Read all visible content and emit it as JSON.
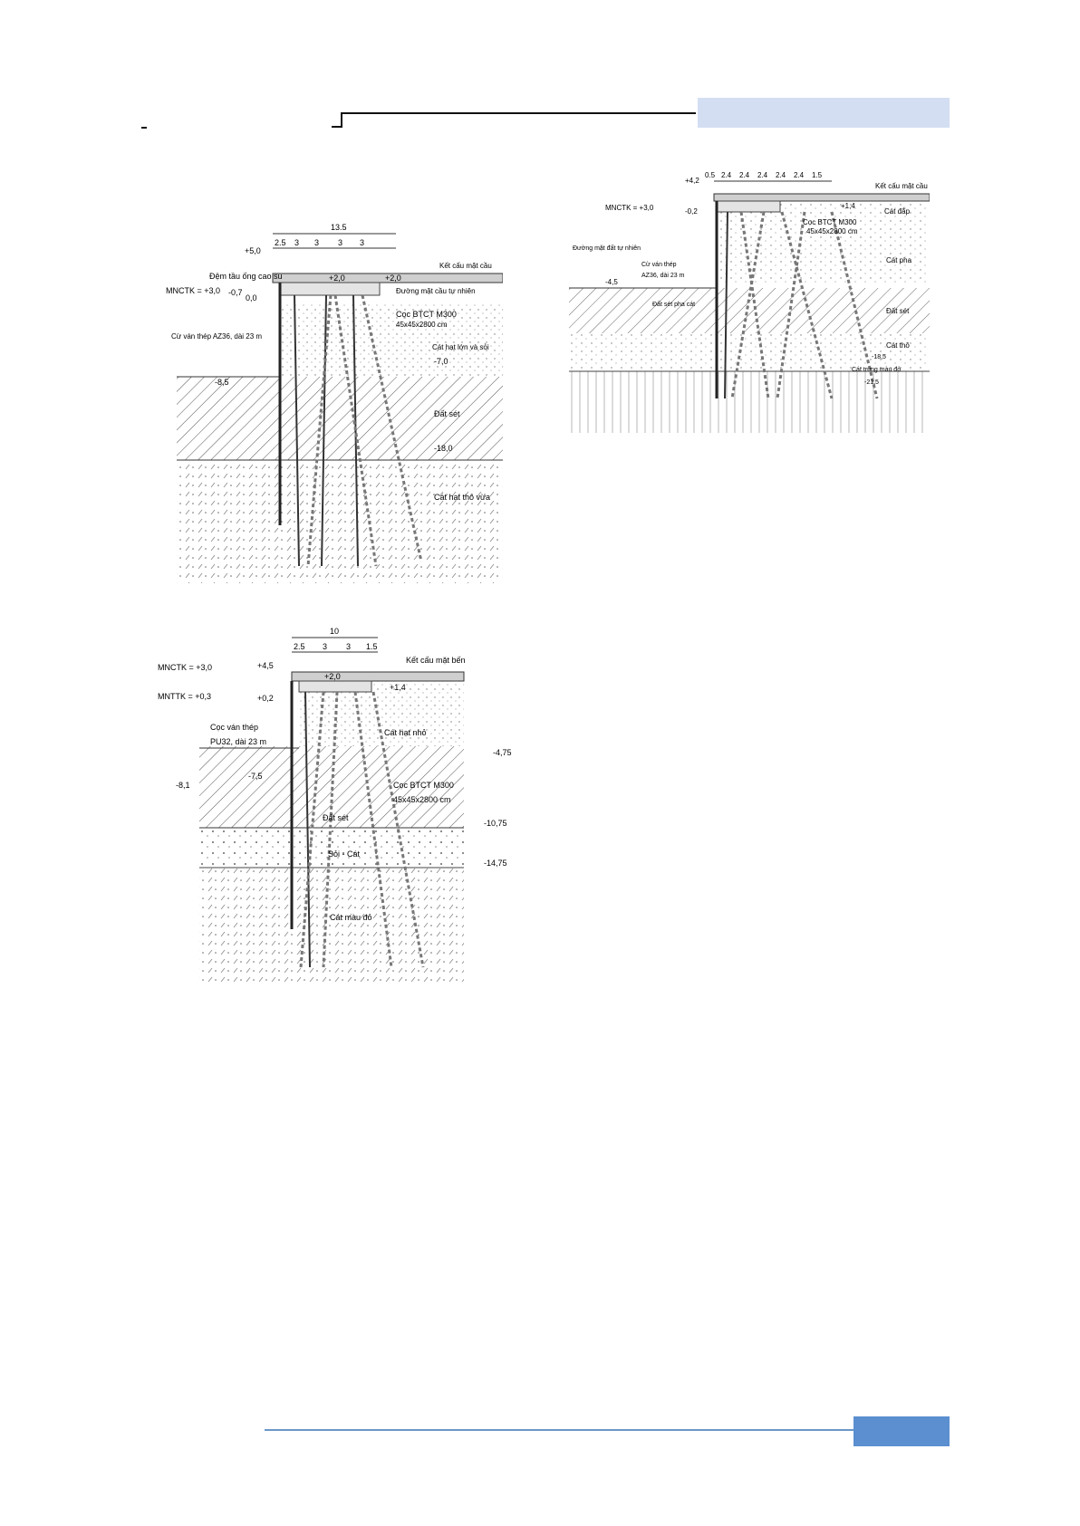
{
  "diagram_a": {
    "overall_width": "13.5",
    "spacings": [
      "2.5",
      "3",
      "3",
      "3",
      "3"
    ],
    "elev_top": "+5,0",
    "label_fender": "Đệm tầu ống cao su",
    "label_mnctk": "MNCTK = +3,0",
    "elev_m07": "-0,7",
    "elev_00": "0,0",
    "elev_p20a": "+2,0",
    "elev_p20b": "+2,0",
    "label_kcbt": "Kết cấu mặt cầu",
    "label_rail": "Đường mặt cầu tự nhiên",
    "label_pile": "Cọc BTCT M300",
    "label_pile_size": "45x45x2800 cm",
    "label_sheet": "Cừ ván thép AZ36, dài 23 m",
    "label_fill": "Cát hạt lớn và sỏi",
    "elev_m70": "-7,0",
    "elev_m85": "-8,5",
    "label_clay": "Đất sét",
    "elev_m180": "-18,0",
    "label_sand": "Cát hạt thô vừa"
  },
  "diagram_b": {
    "spacings": [
      "0.5",
      "2.4",
      "2.4",
      "2.4",
      "2.4",
      "2.4",
      "1.5"
    ],
    "elev_top": "+4,2",
    "label_kcbt": "Kết cấu mặt cầu",
    "label_mnctk": "MNCTK = +3,0",
    "elev_m02": "-0,2",
    "elev_p14": "+1,4",
    "label_fill": "Cát đắp",
    "label_pile": "Cọc BTCT M300",
    "label_pile_size": "45x45x2800 cm",
    "label_rail": "Đường mặt đất tự nhiên",
    "label_sheet": "Cừ ván thép",
    "label_sheet2": "AZ36, dài 23 m",
    "elev_m45": "-4,5",
    "label_sandy": "Cát pha",
    "label_sandy_clay": "Đất sét pha cát",
    "label_clay": "Đất sét",
    "label_sand": "Cát thô",
    "label_bottom": "Cát trung màu đỏ",
    "elev_m18": "-18,5",
    "elev_m21": "-21,5"
  },
  "diagram_c": {
    "overall_width": "10",
    "spacings": [
      "2.5",
      "3",
      "3",
      "1.5"
    ],
    "label_mnctk": "MNCTK = +3,0",
    "label_mnttk": "MNTTK = +0,3",
    "elev_top": "+4,5",
    "elev_m02": "+0,2",
    "elev_p20": "+2,0",
    "elev_p14": "+1,4",
    "label_kcbt": "Kết cấu mặt bến",
    "label_sheet": "Cọc ván thép",
    "label_sheet2": "PU32, dài 23 m",
    "label_fill": "Cát hạt nhỏ",
    "elev_m475": "-4,75",
    "elev_m75": "-7,5",
    "elev_m81": "-8,1",
    "label_pile": "Cọc BTCT M300",
    "label_pile_size": "45x45x2800 cm",
    "label_clay": "Đất sét",
    "elev_m1075": "-10,75",
    "label_gravel": "Sỏi - Cát",
    "elev_m1475": "-14,75",
    "label_sand": "Cát màu đỏ"
  }
}
